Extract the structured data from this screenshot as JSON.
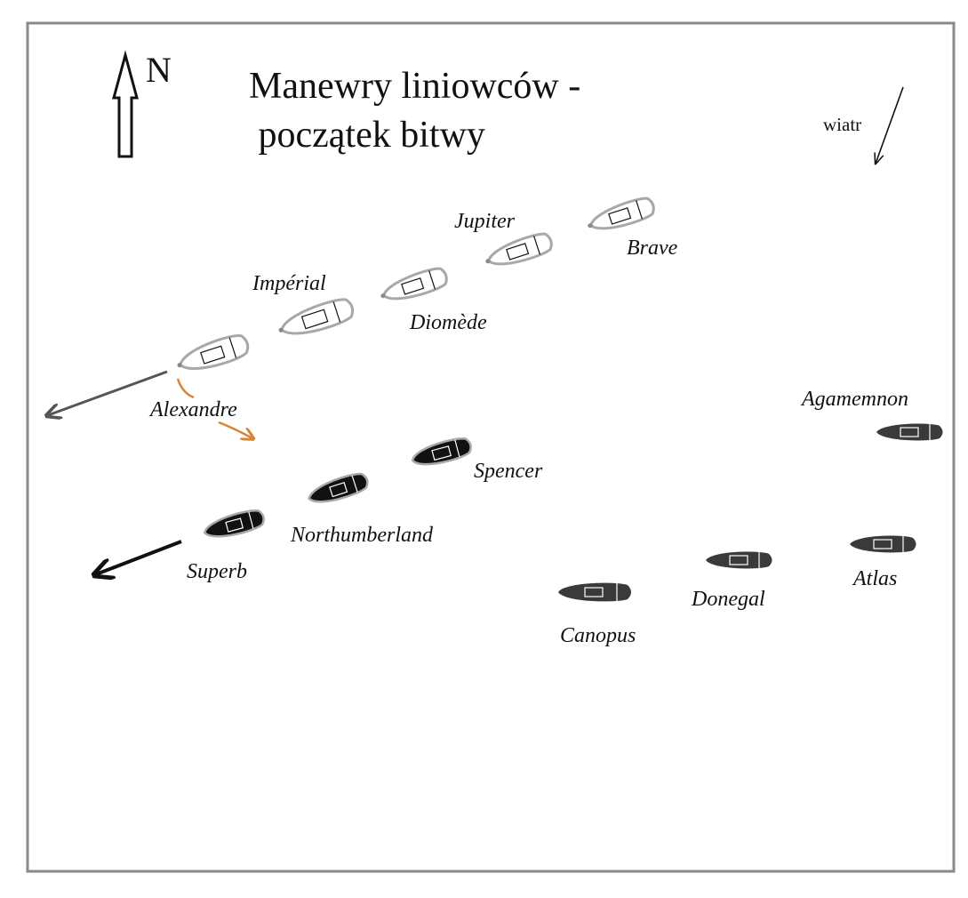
{
  "title": {
    "line1": "Manewry liniowców -",
    "line2": " początek bitwy"
  },
  "compass": {
    "label": "N",
    "icon": "north-arrow-icon"
  },
  "wind": {
    "label": "wiatr",
    "icon": "wind-arrow-icon"
  },
  "colors": {
    "french_fleet_hull": "#ffffff",
    "french_fleet_outline": "#a8a8a8",
    "british_fleet_hull": "#111111",
    "british_fleet_alt_hull": "#3a3a3a",
    "maneuver_arrow": "#d9833a"
  },
  "french_ships": [
    {
      "name": "Brave"
    },
    {
      "name": "Jupiter"
    },
    {
      "name": "Diomède"
    },
    {
      "name": "Impérial"
    },
    {
      "name": "Alexandre"
    }
  ],
  "british_ships": [
    {
      "name": "Spencer"
    },
    {
      "name": "Northumberland"
    },
    {
      "name": "Superb"
    },
    {
      "name": "Agamemnon"
    },
    {
      "name": "Atlas"
    },
    {
      "name": "Donegal"
    },
    {
      "name": "Canopus"
    }
  ]
}
